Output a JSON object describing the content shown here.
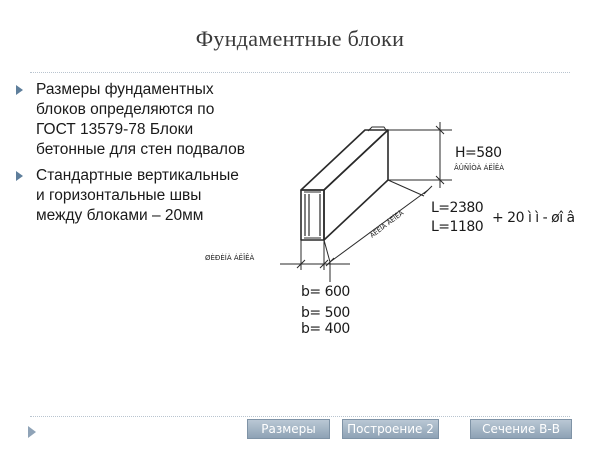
{
  "slide": {
    "title": "Фундаментные блоки"
  },
  "bullets": [
    {
      "text": "Размеры фундаментных\nблоков определяются по\nГОСТ 13579-78 Блоки\nбетонные для стен подвалов"
    },
    {
      "text": "Стандартные вертикальные\nи горизонтальные швы\nмежду блоками – 20мм"
    }
  ],
  "drawing": {
    "height_label": "H=580",
    "height_caption": "ÂÛÑÎÒÀ  ÁËÎÊÀ",
    "length_label_1": "L=2380",
    "length_label_2": "L=1180",
    "seam_label": "+ 20 ì ì  -  øî â",
    "length_caption": "ÄËÈÍÀ  ÁËÎÊÀ",
    "width_caption": "ØÈÐÈÍÀ  ÁËÎÊÀ",
    "widths": [
      "b= 600",
      "b= 500",
      "b= 400"
    ]
  },
  "nav": {
    "buttons": [
      "Размеры",
      "Построение 2",
      "Сечение В-В"
    ]
  }
}
